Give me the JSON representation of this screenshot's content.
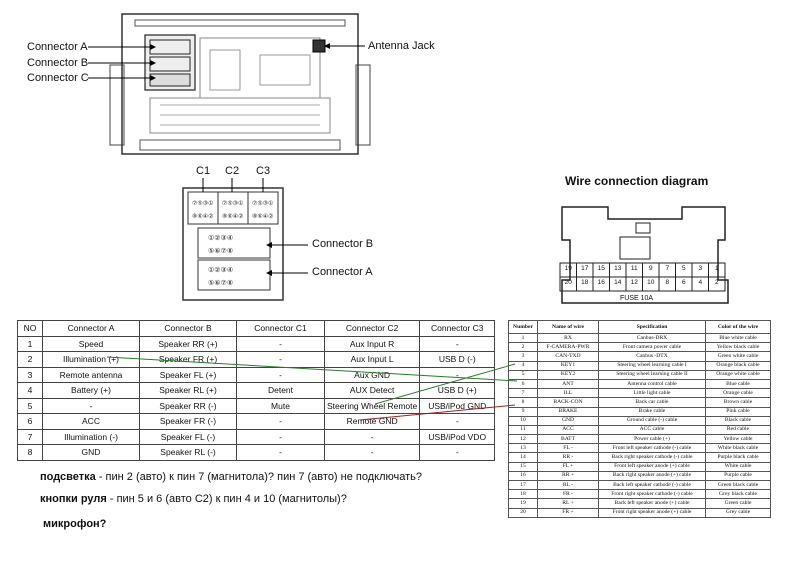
{
  "labels": {
    "connector_a": "Connector A",
    "connector_b": "Connector B",
    "connector_c": "Connector C",
    "antenna_jack": "Antenna Jack",
    "c1": "C1",
    "c2": "C2",
    "c3": "C3",
    "connector_b2": "Connector B",
    "connector_a2": "Connector A",
    "wire_title": "Wire connection diagram",
    "fuse": "FUSE  10A"
  },
  "plug_pins": {
    "top": [
      "19",
      "17",
      "15",
      "13",
      "11",
      "9",
      "7",
      "5",
      "3",
      "1"
    ],
    "bottom": [
      "20",
      "18",
      "16",
      "14",
      "12",
      "10",
      "8",
      "6",
      "4",
      "2"
    ]
  },
  "left_table": {
    "headers": [
      "NO",
      "Connector A",
      "Connector B",
      "Connector C1",
      "Connector C2",
      "Connector C3"
    ],
    "rows": [
      [
        "1",
        "Speed",
        "Speaker RR (+)",
        "-",
        "Aux Input R",
        "-"
      ],
      [
        "2",
        "Illumination (+)",
        "Speaker FR (+)",
        "-",
        "Aux Input L",
        "USB D (-)"
      ],
      [
        "3",
        "Remote antenna",
        "Speaker FL (+)",
        "-",
        "Aux GND",
        "-"
      ],
      [
        "4",
        "Battery (+)",
        "Speaker RL (+)",
        "Detent",
        "AUX Detect",
        "USB D (+)"
      ],
      [
        "5",
        "-",
        "Speaker RR (-)",
        "Mute",
        "Steering Wheel Remote",
        "USB/iPod GND"
      ],
      [
        "6",
        "ACC",
        "Speaker FR (-)",
        "-",
        "Remote GND",
        "-"
      ],
      [
        "7",
        "Illumination (-)",
        "Speaker FL (-)",
        "-",
        "-",
        "USB/iPod VDO"
      ],
      [
        "8",
        "GND",
        "Speaker RL (-)",
        "-",
        "-",
        "-"
      ]
    ]
  },
  "right_table": {
    "headers": [
      "Number",
      "Name of wire",
      "Specification",
      "Color of the wire"
    ],
    "rows": [
      [
        "1",
        "RX",
        "Canbus-DRX",
        "Blue white cable"
      ],
      [
        "2",
        "F-CAMERA-PWR",
        "Front camera power cable",
        "Yellow black cable"
      ],
      [
        "3",
        "CAN-TXD",
        "Canbus -DTX",
        "Green white cable"
      ],
      [
        "4",
        "KEY1",
        "Steering wheel learning cable I",
        "Orange black cable"
      ],
      [
        "5",
        "KEY2",
        "Steering wheel learning cable II",
        "Orange white cable"
      ],
      [
        "6",
        "ANT",
        "Antenna control cable",
        "Blue cable"
      ],
      [
        "7",
        "ILL",
        "Little light cable",
        "Orange cable"
      ],
      [
        "8",
        "BACK-CON",
        "Back car cable",
        "Brown cable"
      ],
      [
        "9",
        "BRAKE",
        "Brake cable",
        "Pink cable"
      ],
      [
        "10",
        "GND",
        "Ground cable (-) cable",
        "Black cable"
      ],
      [
        "11",
        "ACC",
        "ACC cable",
        "Red cable"
      ],
      [
        "12",
        "BATT",
        "Power cable (+)",
        "Yellow cable"
      ],
      [
        "13",
        "FL -",
        "Front left speaker cathode (-) cable",
        "White black cable"
      ],
      [
        "14",
        "RR -",
        "Back right speaker cathode (-) cable",
        "Purple black cable"
      ],
      [
        "15",
        "FL +",
        "Front left speaker anode (+) cable",
        "White cable"
      ],
      [
        "16",
        "RR +",
        "Back right speaker anode (+) cable",
        "Purple cable"
      ],
      [
        "17",
        "RL -",
        "Back left speaker cathode (-) cable",
        "Green black cable"
      ],
      [
        "18",
        "FR -",
        "Front right speaker cathode (-) cable",
        "Grey black cable"
      ],
      [
        "19",
        "RL +",
        "Back left speaker anode (+) cable",
        "Green cable"
      ],
      [
        "20",
        "FR +",
        "Front right speaker anode (+) cable",
        "Grey cable"
      ]
    ]
  },
  "notes": {
    "n1_bold": "подсветка",
    "n1_rest": " - пин 2 (авто) к пин 7 (магнитола)? пин 7 (авто)  не подключать?",
    "n2_bold": "кнопки руля",
    "n2_rest": " - пин 5 и 6 (авто С2) к пин 4 и 10 (магнитолы)?",
    "n3_bold": "микрофон?"
  }
}
